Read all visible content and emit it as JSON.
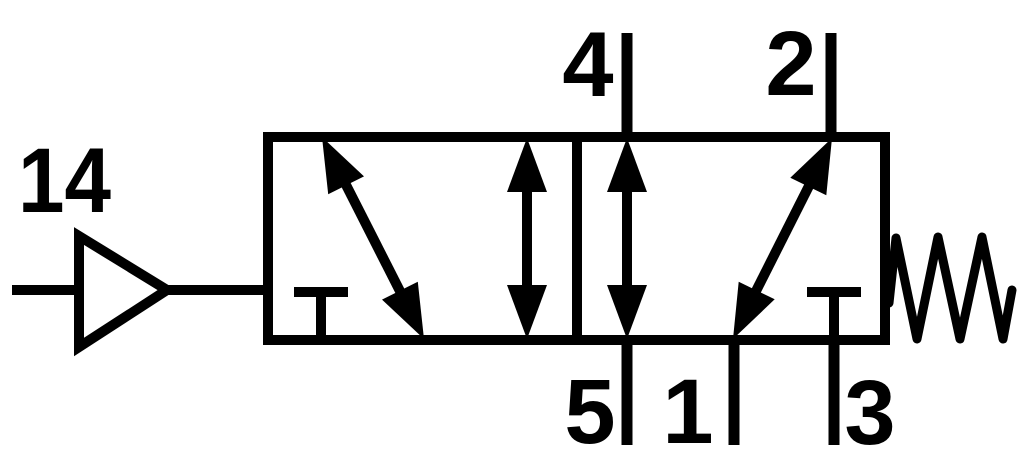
{
  "diagram": {
    "description": "5/2-way pneumatic directional valve symbol with pilot actuation and spring return",
    "background_color": "#ffffff",
    "line_color": "#000000",
    "ports": {
      "pilot": {
        "label": "14",
        "position": "left"
      },
      "top": [
        {
          "label": "4"
        },
        {
          "label": "2"
        }
      ],
      "bottom": [
        {
          "label": "5"
        },
        {
          "label": "1"
        },
        {
          "label": "3"
        }
      ]
    },
    "components": [
      "pilot-triangle",
      "left-switching-chamber",
      "right-switching-chamber",
      "diagonal-flow-arrows",
      "vertical-flow-arrows",
      "blocked-port-tees",
      "return-spring"
    ]
  }
}
